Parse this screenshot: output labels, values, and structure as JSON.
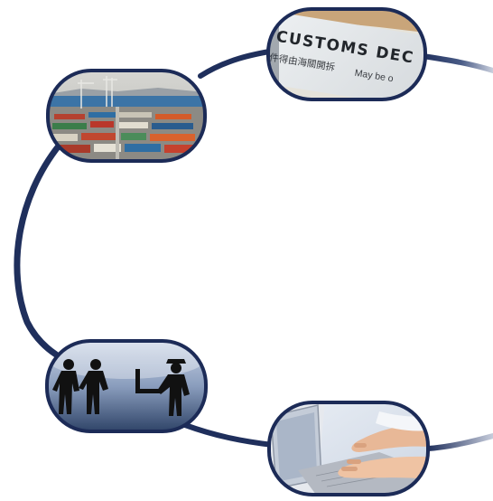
{
  "customs_doc": {
    "heading": "CUSTOMS DEC",
    "subline_cn": "件得由海關開拆",
    "subline_en": "May be o"
  },
  "colors": {
    "ring": "#1f2f5c",
    "pill_border": "#1c2b57",
    "sea": "#3c74a6",
    "sky": "#c8c8c8",
    "figure_bg_dark": "#3a4f73",
    "figure_bg_light": "#b8c6dc"
  },
  "icons": {
    "port": "container-port-photo",
    "customs": "customs-declaration-photo",
    "figures": "travelers-and-officer-icon",
    "laptop": "laptop-typing-photo"
  }
}
